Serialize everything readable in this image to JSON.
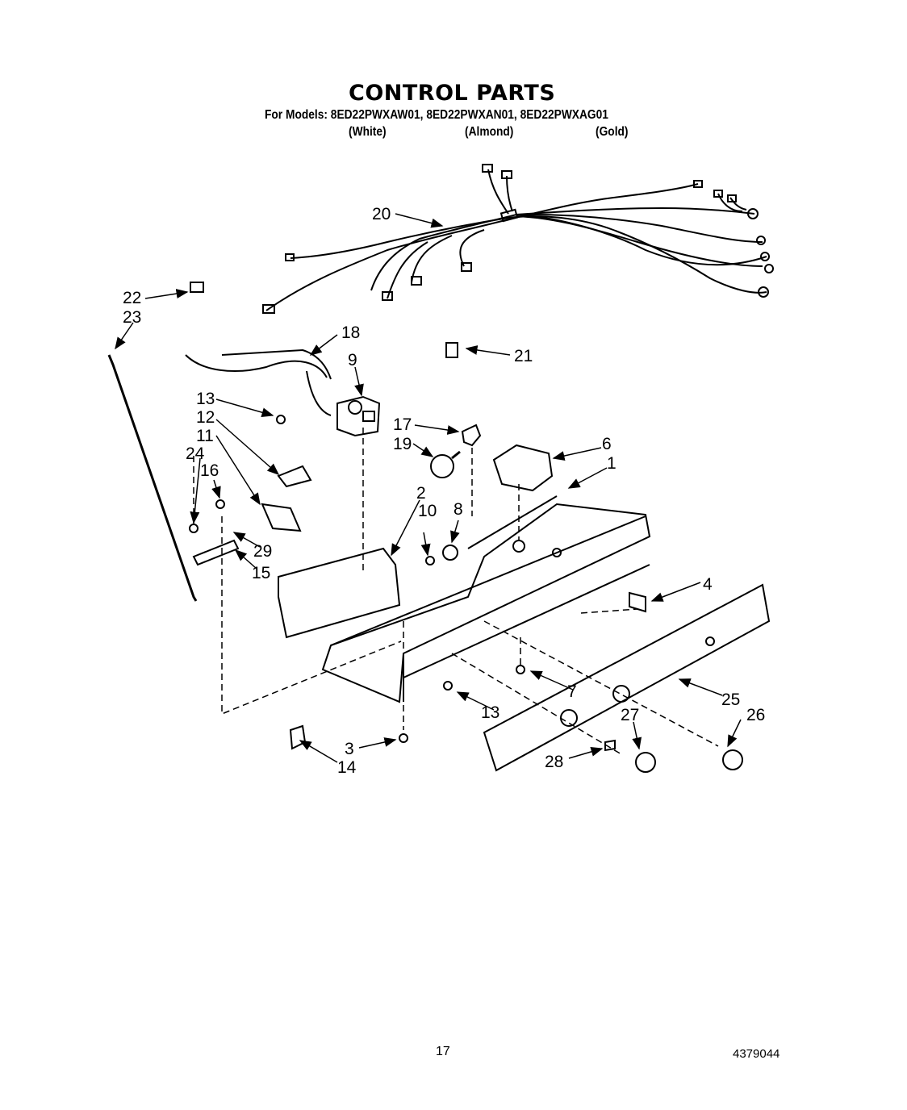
{
  "header": {
    "title": "CONTROL PARTS",
    "models_line": "For Models: 8ED22PWXAW01, 8ED22PWXAN01, 8ED22PWXAG01",
    "colors": [
      "(White)",
      "(Almond)",
      "(Gold)"
    ]
  },
  "callouts": [
    "20",
    "22",
    "23",
    "18",
    "9",
    "21",
    "13",
    "12",
    "11",
    "24",
    "16",
    "17",
    "19",
    "6",
    "1",
    "2",
    "10",
    "8",
    "29",
    "15",
    "4",
    "7",
    "13",
    "25",
    "26",
    "27",
    "3",
    "14",
    "28"
  ],
  "footer": {
    "page_number": "17",
    "document_number": "4379044"
  }
}
